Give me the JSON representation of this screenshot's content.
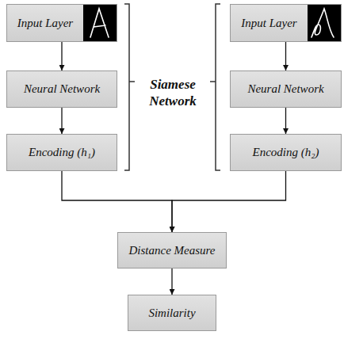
{
  "diagram": {
    "nodes": [
      {
        "text": [
          "Input Layer"
        ]
      },
      {
        "text": [
          "Neural Network"
        ]
      },
      {
        "text": [
          "Encoding (h₁)"
        ]
      },
      {
        "text": [
          "Input Layer"
        ]
      },
      {
        "text": [
          "Neural Network"
        ]
      },
      {
        "text": [
          "Encoding (h₂)"
        ]
      },
      {
        "text": [
          "Distance Measure"
        ]
      },
      {
        "text": [
          "Similarity"
        ]
      }
    ],
    "edges": [
      {
        "from": 0,
        "to": 1,
        "arrow": "to"
      },
      {
        "from": 1,
        "to": 2,
        "arrow": "to"
      },
      {
        "from": 3,
        "to": 4,
        "arrow": "to"
      },
      {
        "from": 4,
        "to": 5,
        "arrow": "to"
      },
      {
        "from": 2,
        "to": 6,
        "arrow": "to"
      },
      {
        "from": 5,
        "to": 6,
        "arrow": "to"
      },
      {
        "from": 6,
        "to": 7,
        "arrow": "to"
      }
    ],
    "labels": [
      "Siamese Network"
    ]
  }
}
